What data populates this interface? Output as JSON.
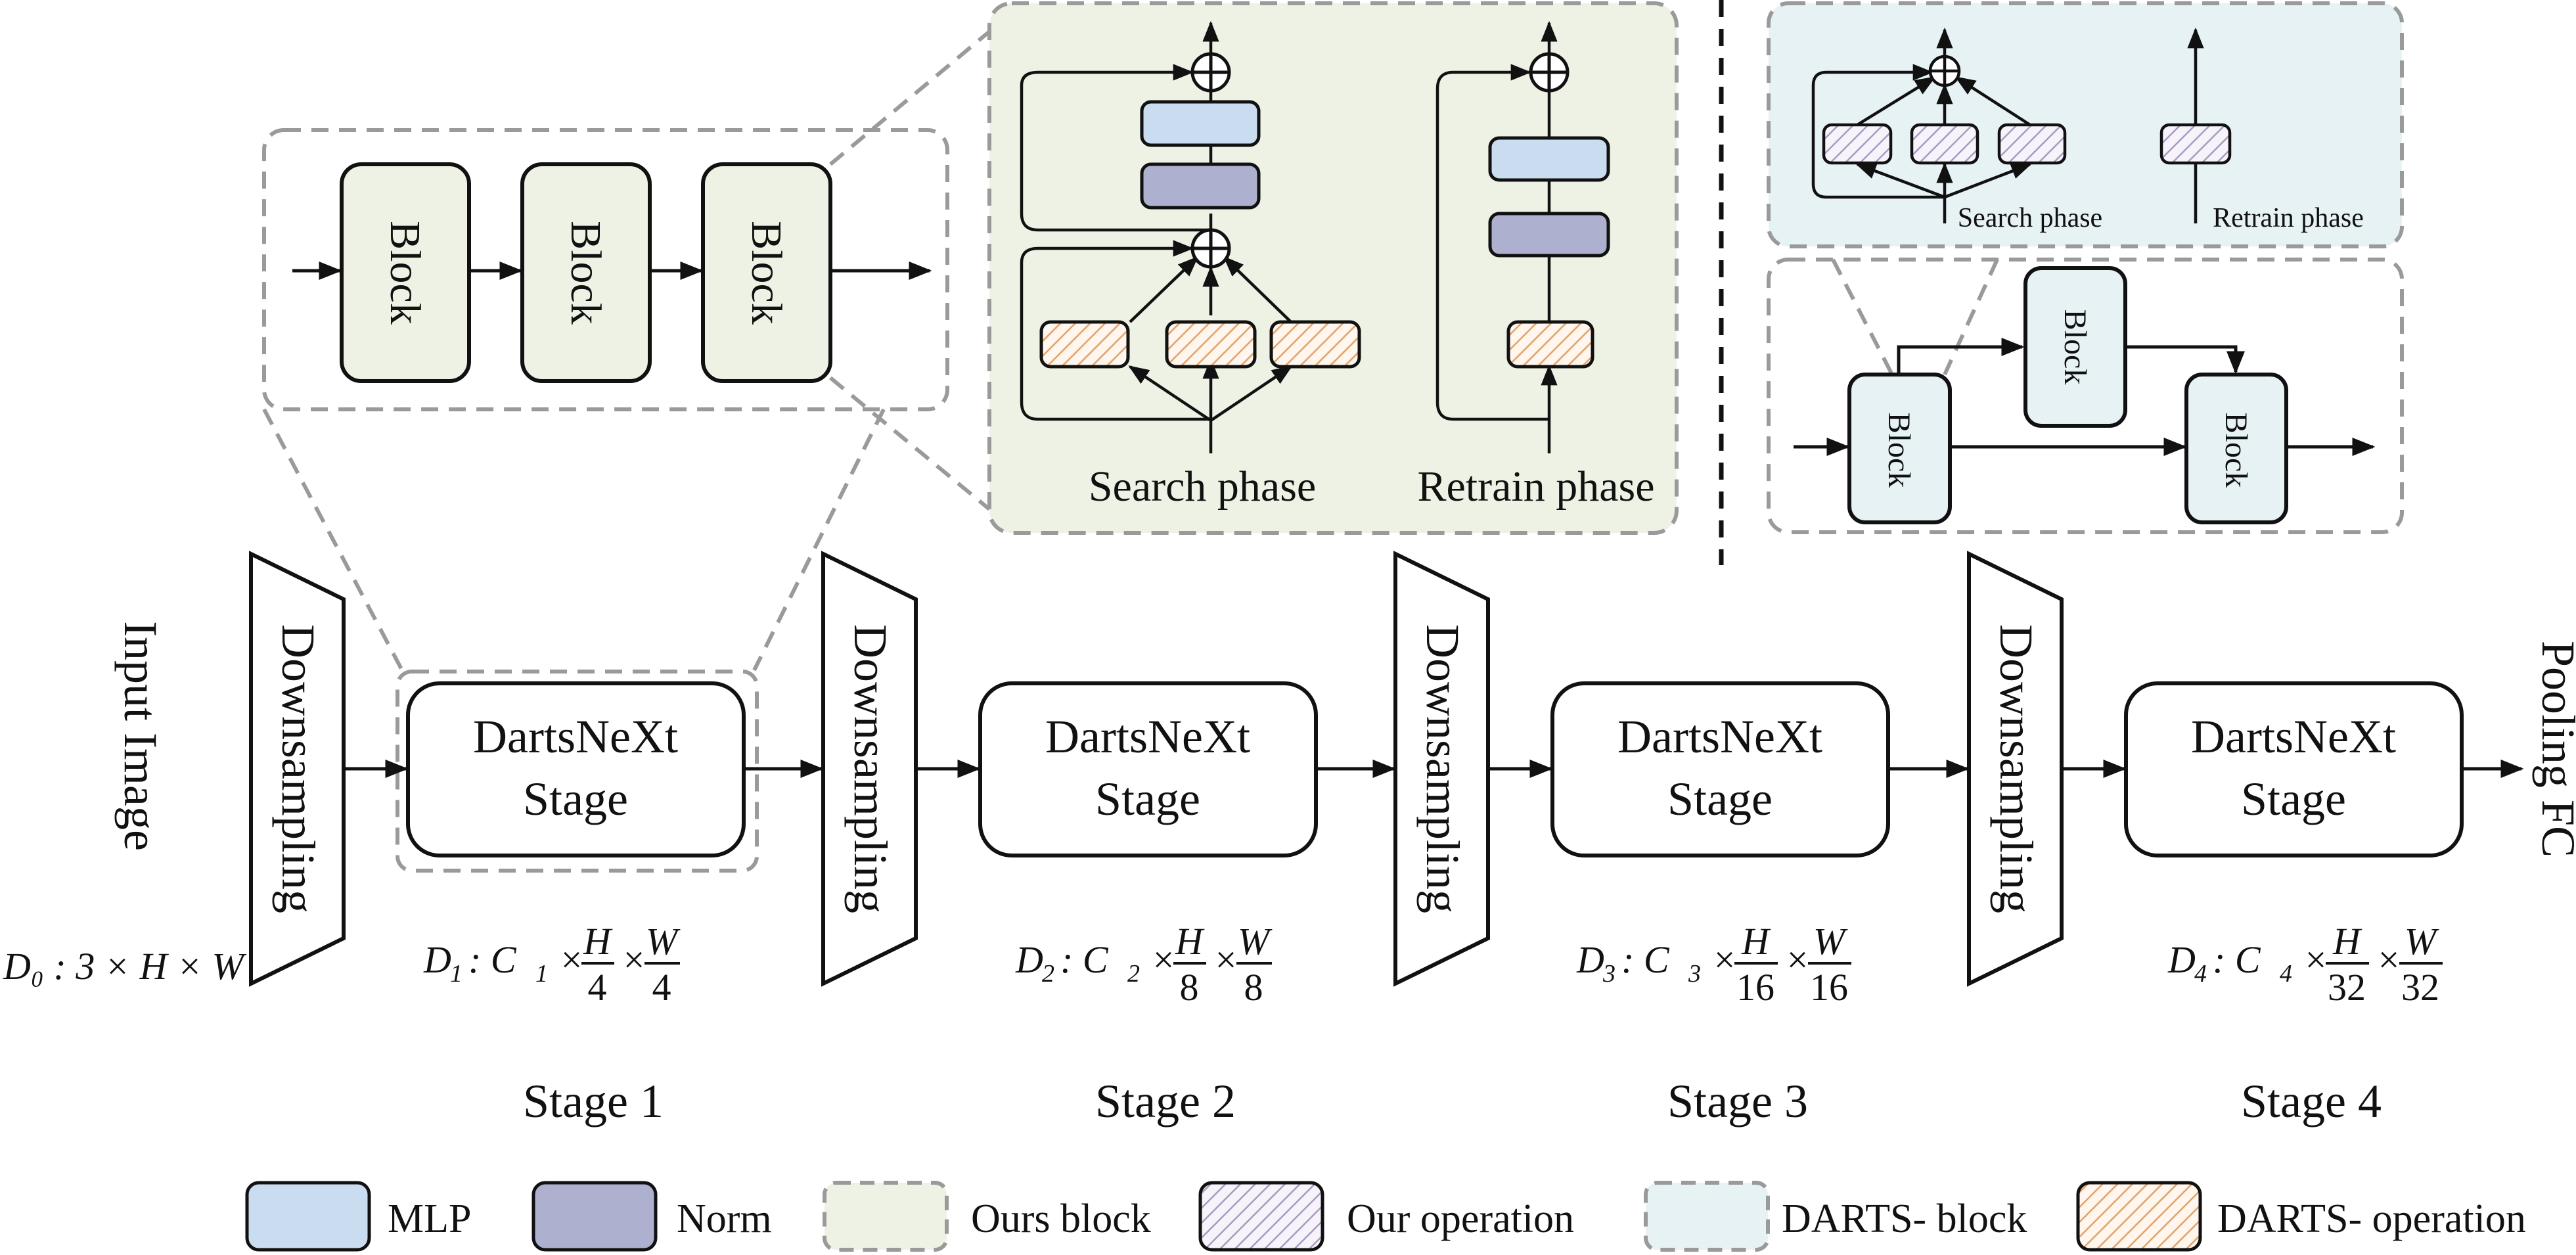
{
  "input": {
    "label": "Input Image",
    "dim": "D₀ : 3 × H × W"
  },
  "output": {
    "label": "Pooling FC"
  },
  "downsampling_label": "Downsampling",
  "stages": [
    {
      "title": "Stage 1",
      "box_line1": "DartsNeXt",
      "box_line2": "Stage",
      "dim_prefix": "D",
      "dim_sub": "1",
      "dim_mid": ": C",
      "dim_mid_sub": "1",
      "h_num": "H",
      "h_den": "4",
      "w_num": "W",
      "w_den": "4"
    },
    {
      "title": "Stage 2",
      "box_line1": "DartsNeXt",
      "box_line2": "Stage",
      "dim_prefix": "D",
      "dim_sub": "2",
      "dim_mid": ": C",
      "dim_mid_sub": "2",
      "h_num": "H",
      "h_den": "8",
      "w_num": "W",
      "w_den": "8"
    },
    {
      "title": "Stage 3",
      "box_line1": "DartsNeXt",
      "box_line2": "Stage",
      "dim_prefix": "D",
      "dim_sub": "3",
      "dim_mid": ": C",
      "dim_mid_sub": "3",
      "h_num": "H",
      "h_den": "16",
      "w_num": "W",
      "w_den": "16"
    },
    {
      "title": "Stage 4",
      "box_line1": "DartsNeXt",
      "box_line2": "Stage",
      "dim_prefix": "D",
      "dim_sub": "4",
      "dim_mid": ": C",
      "dim_mid_sub": "4",
      "h_num": "H",
      "h_den": "32",
      "w_num": "W",
      "w_den": "32"
    }
  ],
  "block_label": "Block",
  "ours_detail": {
    "search_label": "Search phase",
    "retrain_label": "Retrain phase"
  },
  "darts_detail": {
    "search_label": "Search phase",
    "retrain_label": "Retrain phase"
  },
  "legend": [
    {
      "label": "MLP",
      "swatch": "mlp"
    },
    {
      "label": "Norm",
      "swatch": "norm"
    },
    {
      "label": "Ours block",
      "swatch": "ours-block"
    },
    {
      "label": "Our operation",
      "swatch": "our-op"
    },
    {
      "label": "DARTS- block",
      "swatch": "darts-block"
    },
    {
      "label": "DARTS- operation",
      "swatch": "darts-op"
    }
  ],
  "colors": {
    "mlp": "#c9dcf0",
    "norm": "#adb1cf",
    "ours_block_bg": "#eef2e4",
    "darts_block_bg": "#e7f2f4",
    "our_op_hatch": "#a79bc0",
    "darts_op_hatch": "#ec9f5f",
    "dashed": "#9a9a9a"
  }
}
